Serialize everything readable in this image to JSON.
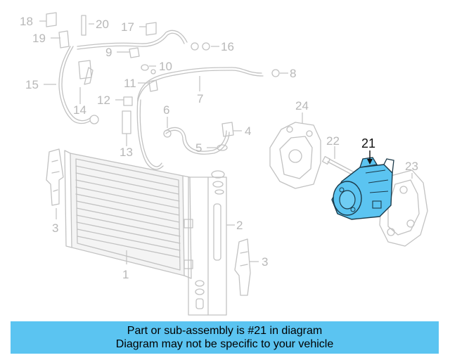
{
  "diagram": {
    "highlight_color": "#5bc4f1",
    "highlighted_part": "21",
    "callouts": {
      "c1": "1",
      "c2": "2",
      "c3a": "3",
      "c3b": "3",
      "c4": "4",
      "c5": "5",
      "c6": "6",
      "c7": "7",
      "c8": "8",
      "c9": "9",
      "c10": "10",
      "c11": "11",
      "c12": "12",
      "c13": "13",
      "c14": "14",
      "c15": "15",
      "c16": "16",
      "c17": "17",
      "c18": "18",
      "c19": "19",
      "c20": "20",
      "c21": "21",
      "c22": "22",
      "c23": "23",
      "c24": "24"
    }
  },
  "banner": {
    "line1": "Part or sub-assembly is #21 in diagram",
    "line2": "Diagram may not be specific to your vehicle",
    "background": "#5bc4f1"
  }
}
